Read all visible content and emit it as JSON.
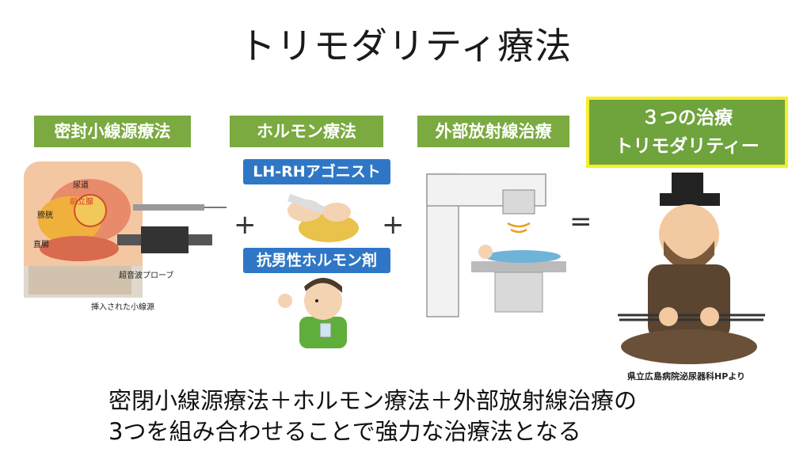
{
  "title": "トリモダリティ療法",
  "labels": {
    "brachy": "密封小線源療法",
    "hormone": "ホルモン療法",
    "external": "外部放射線治療",
    "result_line1": "３つの治療",
    "result_line2": "トリモダリティー"
  },
  "hormone_subs": {
    "agonist": "LH-RHアゴニスト",
    "antiandrogen": "抗男性ホルモン剤"
  },
  "anatomy": {
    "urethra": "尿道",
    "prostate": "前立腺",
    "bladder": "膀胱",
    "rectum": "直腸",
    "probe": "超音波プローブ",
    "seed": "挿入された小線源"
  },
  "operators": {
    "plus1": "+",
    "plus2": "+",
    "equals": "="
  },
  "caption": {
    "line1": "密閉小線源療法＋ホルモン療法＋外部放射線治療の",
    "line2": "3つを組み合わせることで強力な治療法となる"
  },
  "credit": "県立広島病院泌尿器科HPより",
  "colors": {
    "green": "#7aaa40",
    "blue": "#2f77c6",
    "yellow_border": "#f4ef2a"
  }
}
